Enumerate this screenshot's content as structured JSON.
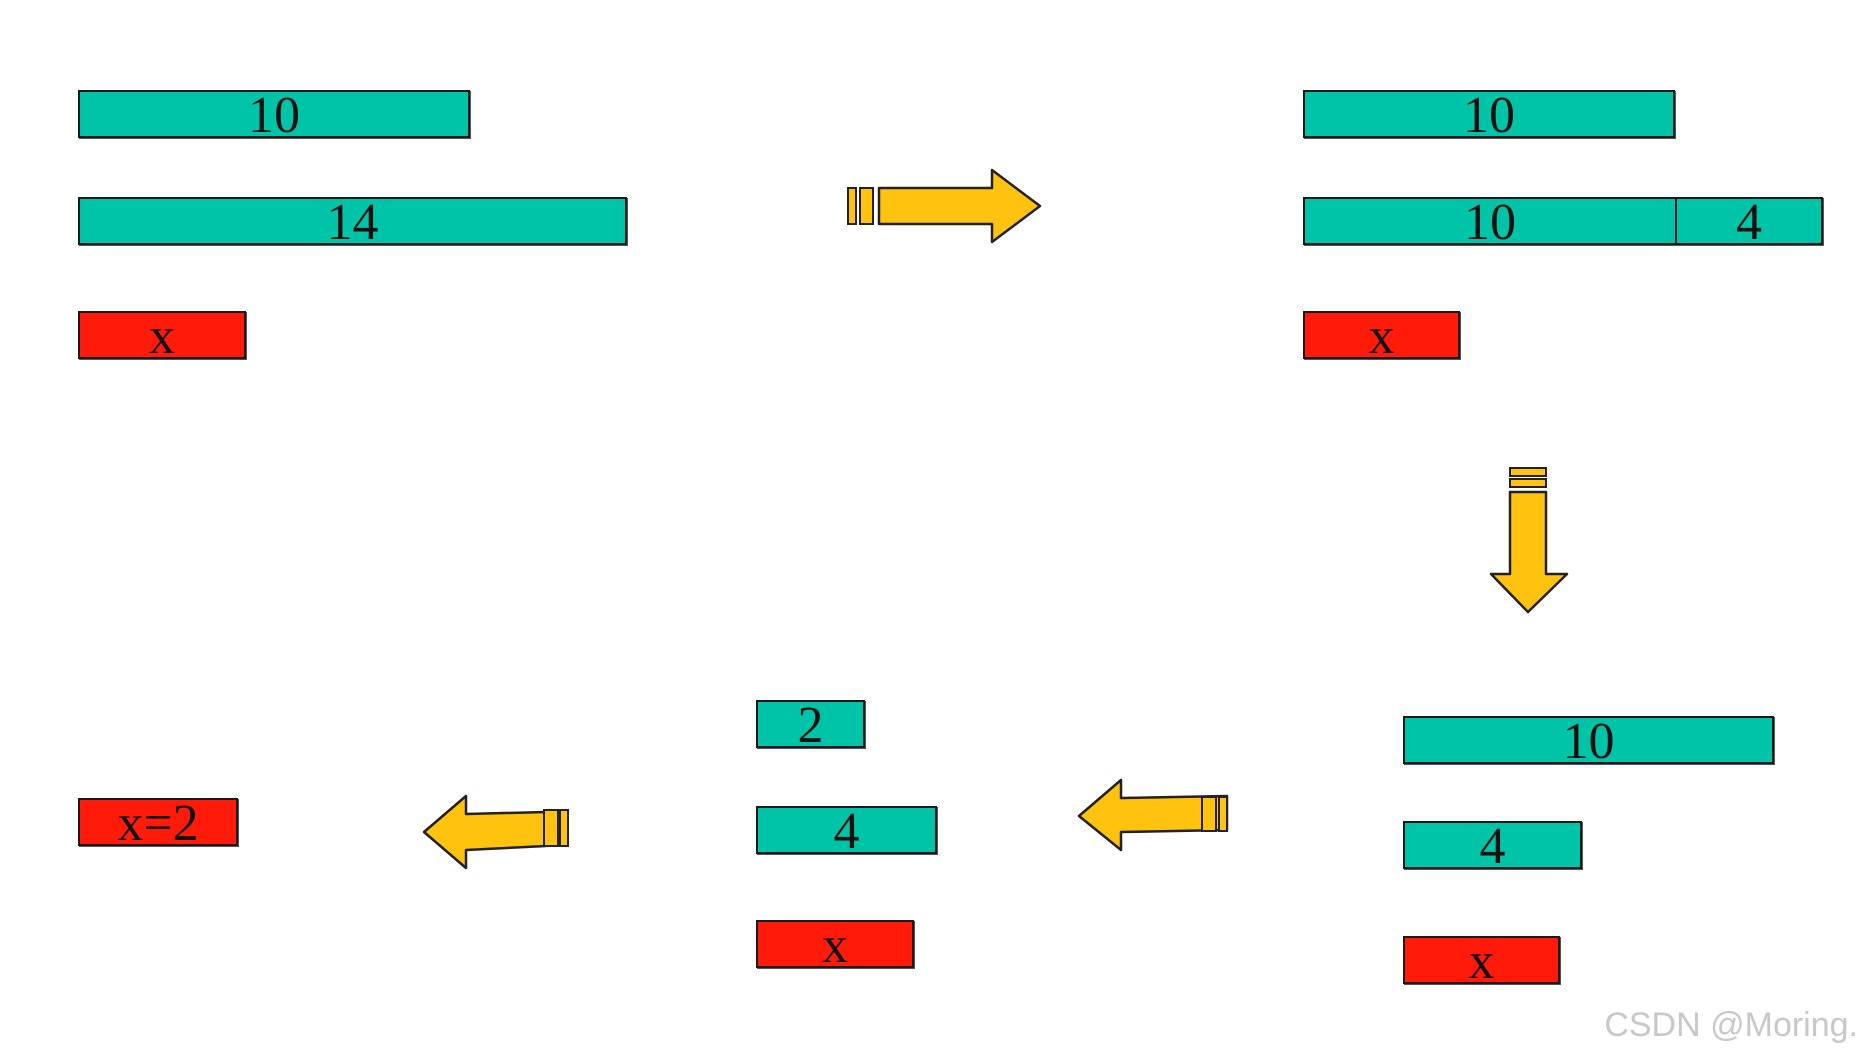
{
  "stage1": {
    "bar_top": "10",
    "bar_middle": "14",
    "bar_bottom": "x"
  },
  "stage2": {
    "bar_top": "10",
    "bar_middle_left": "10",
    "bar_middle_right": "4",
    "bar_bottom": "x"
  },
  "stage3": {
    "bar_top": "10",
    "bar_middle": "4",
    "bar_bottom": "x"
  },
  "stage4": {
    "bar_top": "2",
    "bar_middle": "4",
    "bar_bottom": "x"
  },
  "stage5": {
    "result": "x=2"
  },
  "colors": {
    "teal": "#00c4a7",
    "red": "#ff1a0a",
    "arrow": "#ffc20e"
  },
  "watermark": "CSDN @Moring."
}
